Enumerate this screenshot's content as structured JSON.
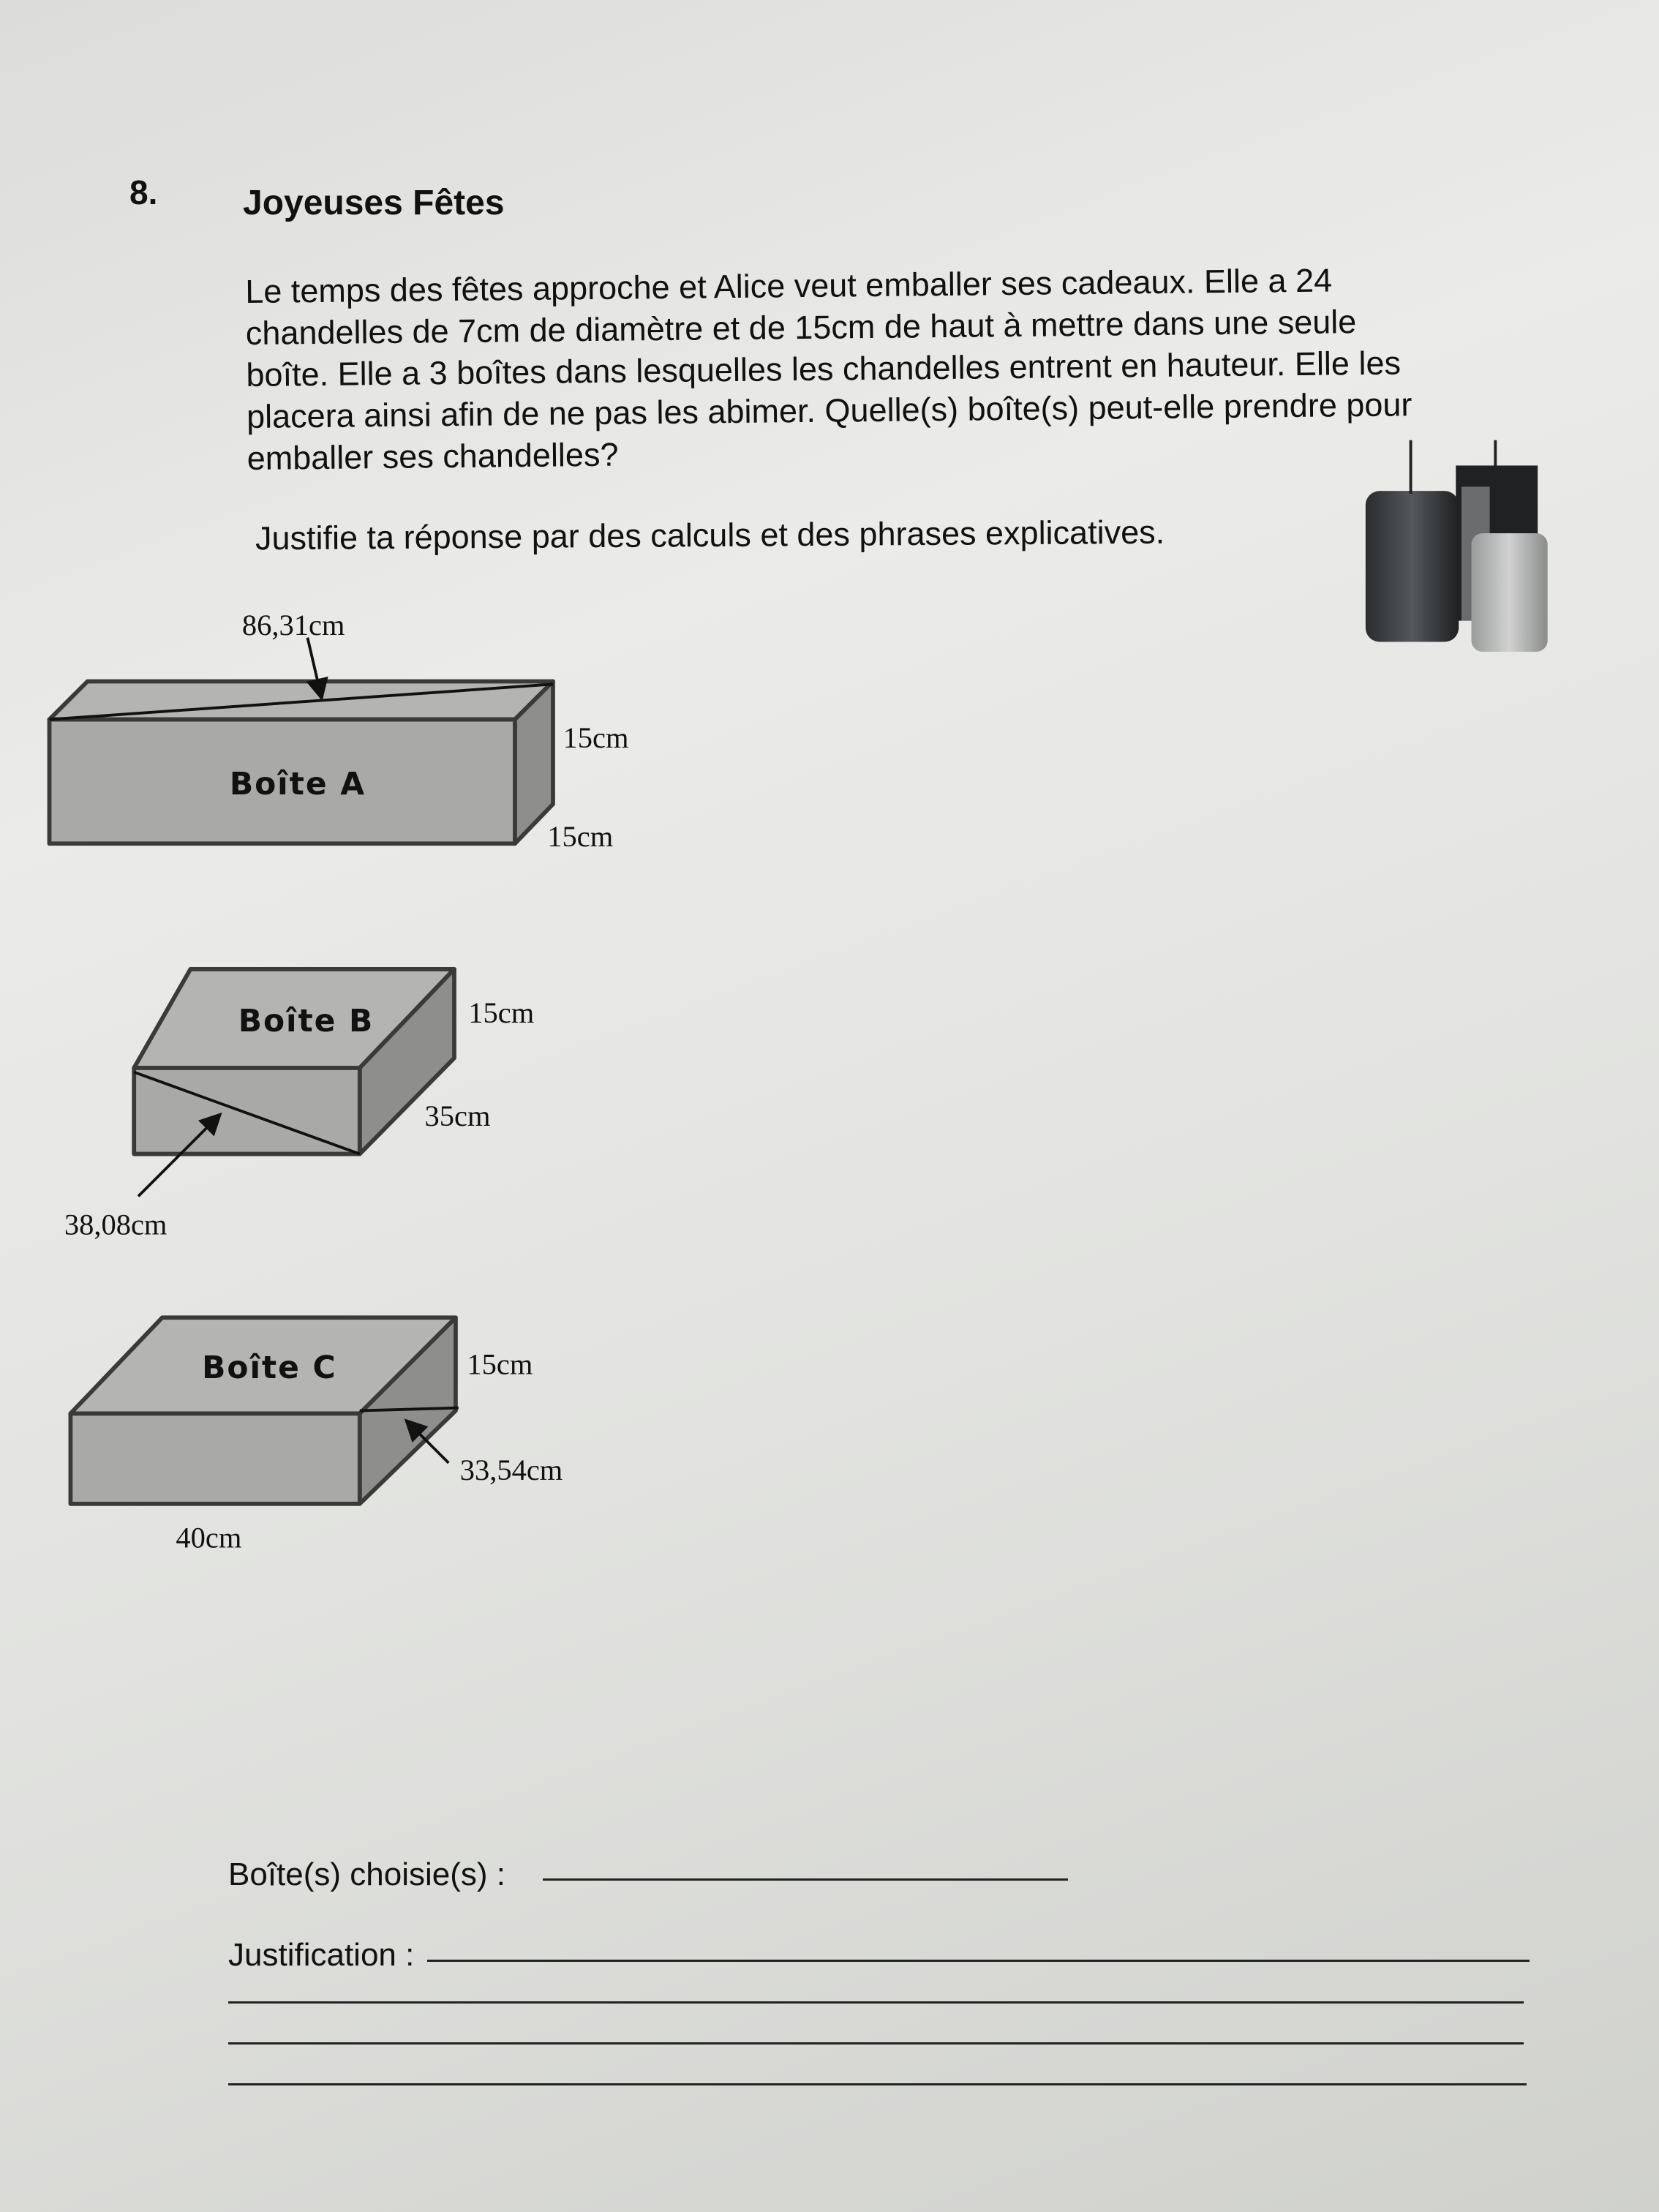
{
  "question": {
    "number": "8.",
    "title": "Joyeuses Fêtes",
    "paragraph_lines": [
      "Le temps des fêtes approche et Alice veut emballer ses cadeaux. Elle a 24",
      "chandelles de 7cm de diamètre et de 15cm de haut à mettre dans une seule",
      "boîte.  Elle a 3 boîtes dans lesquelles les chandelles entrent en hauteur. Elle les",
      "placera ainsi afin de ne pas les abimer. Quelle(s) boîte(s) peut-elle prendre pour",
      "emballer ses chandelles?"
    ],
    "instruction": "Justifie ta réponse par des calculs et des phrases explicatives."
  },
  "boxes": {
    "a": {
      "label": "Boîte A",
      "diagonal": "86,31cm",
      "height": "15cm",
      "depth": "15cm"
    },
    "b": {
      "label": "Boîte B",
      "diagonal": "38,08cm",
      "height": "15cm",
      "depth": "35cm"
    },
    "c": {
      "label": "Boîte C",
      "diagonal": "33,54cm",
      "height": "15cm",
      "length": "40cm"
    }
  },
  "answer": {
    "chosen_label": "Boîte(s) choisie(s) :",
    "justification_label": "Justification :"
  },
  "colors": {
    "box_fill": "#a9a9a7",
    "box_side": "#8e8e8c",
    "box_top": "#b4b4b2",
    "outline": "#3a3a3a"
  }
}
